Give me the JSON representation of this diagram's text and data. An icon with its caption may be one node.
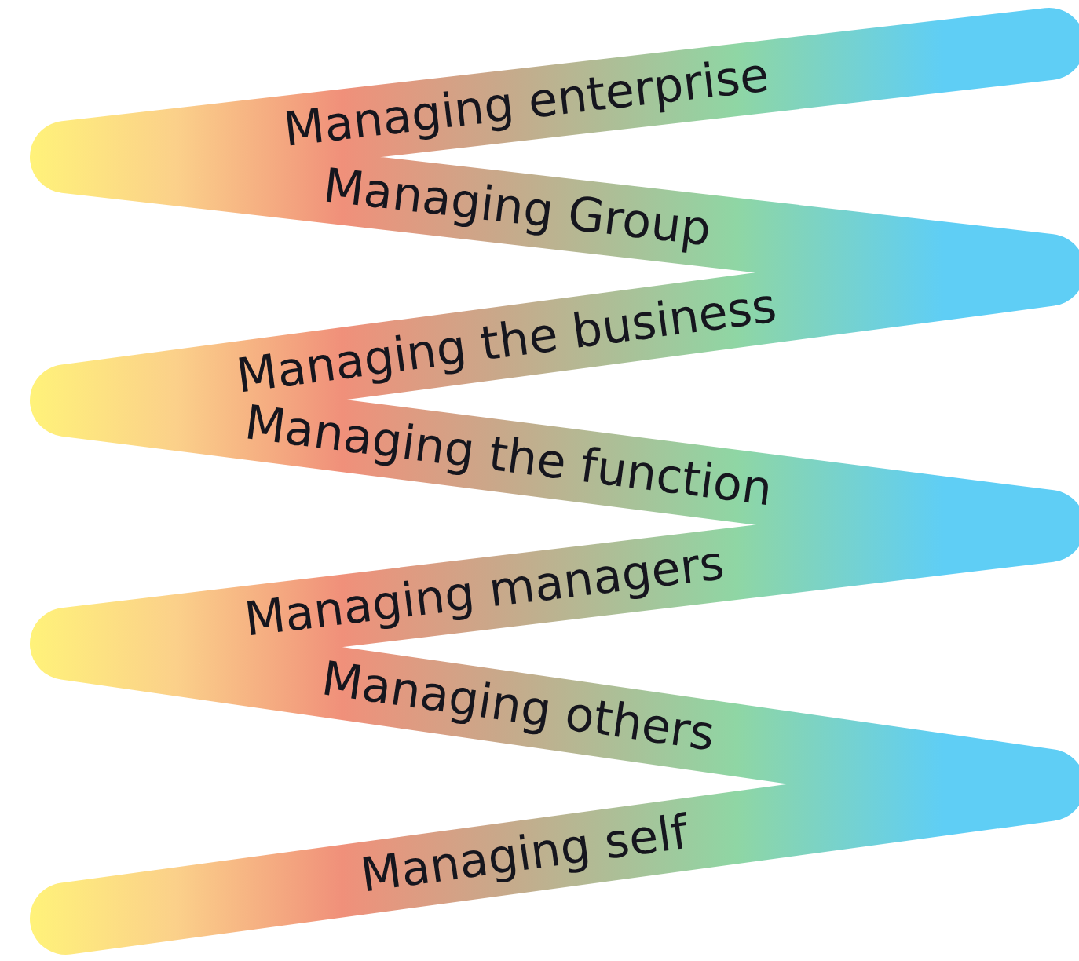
{
  "diagram": {
    "nodes": [
      {
        "text": [
          "Managing enterprise"
        ]
      },
      {
        "text": [
          "Managing Group"
        ]
      },
      {
        "text": [
          "Managing the business"
        ]
      },
      {
        "text": [
          "Managing the function"
        ]
      },
      {
        "text": [
          "Managing managers"
        ]
      },
      {
        "text": [
          "Managing others"
        ]
      },
      {
        "text": [
          "Managing self"
        ]
      }
    ]
  }
}
